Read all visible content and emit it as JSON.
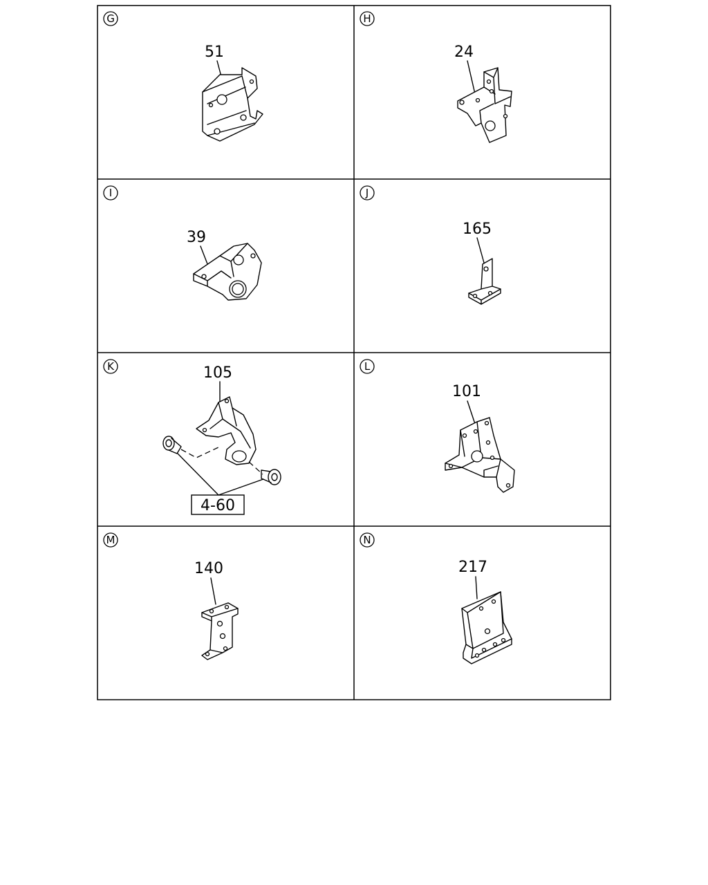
{
  "panels": [
    {
      "letter": "G",
      "part_number": "51"
    },
    {
      "letter": "H",
      "part_number": "24"
    },
    {
      "letter": "I",
      "part_number": "39"
    },
    {
      "letter": "J",
      "part_number": "165"
    },
    {
      "letter": "K",
      "part_number": "105",
      "reference": "4-60"
    },
    {
      "letter": "L",
      "part_number": "101"
    },
    {
      "letter": "M",
      "part_number": "140"
    },
    {
      "letter": "N",
      "part_number": "217"
    }
  ]
}
